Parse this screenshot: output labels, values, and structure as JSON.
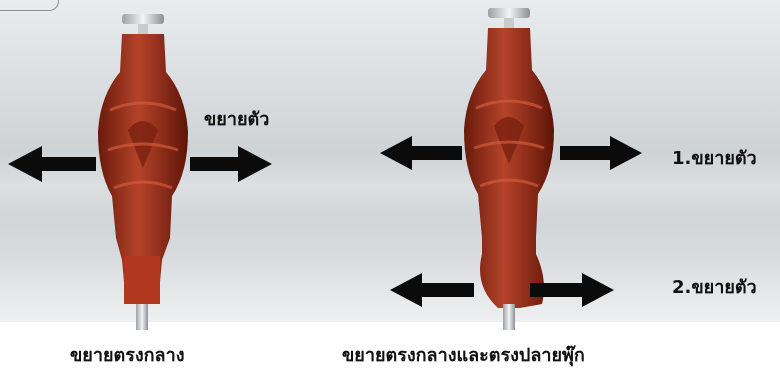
{
  "left_figure": {
    "side_label": "ขยายตัว",
    "caption": "ขยายตรงกลาง"
  },
  "right_figure": {
    "label_1": "1.ขยายตัว",
    "label_2": "2.ขยายตัว",
    "caption": "ขยายตรงกลางและตรงปลายพุ๊ก"
  },
  "colors": {
    "anchor": "#9a2e1a",
    "anchor_dark": "#5e1408",
    "arrow": "#0b0b0b",
    "background_top": "#e9ecef",
    "background_bottom": "#eef0f1"
  }
}
